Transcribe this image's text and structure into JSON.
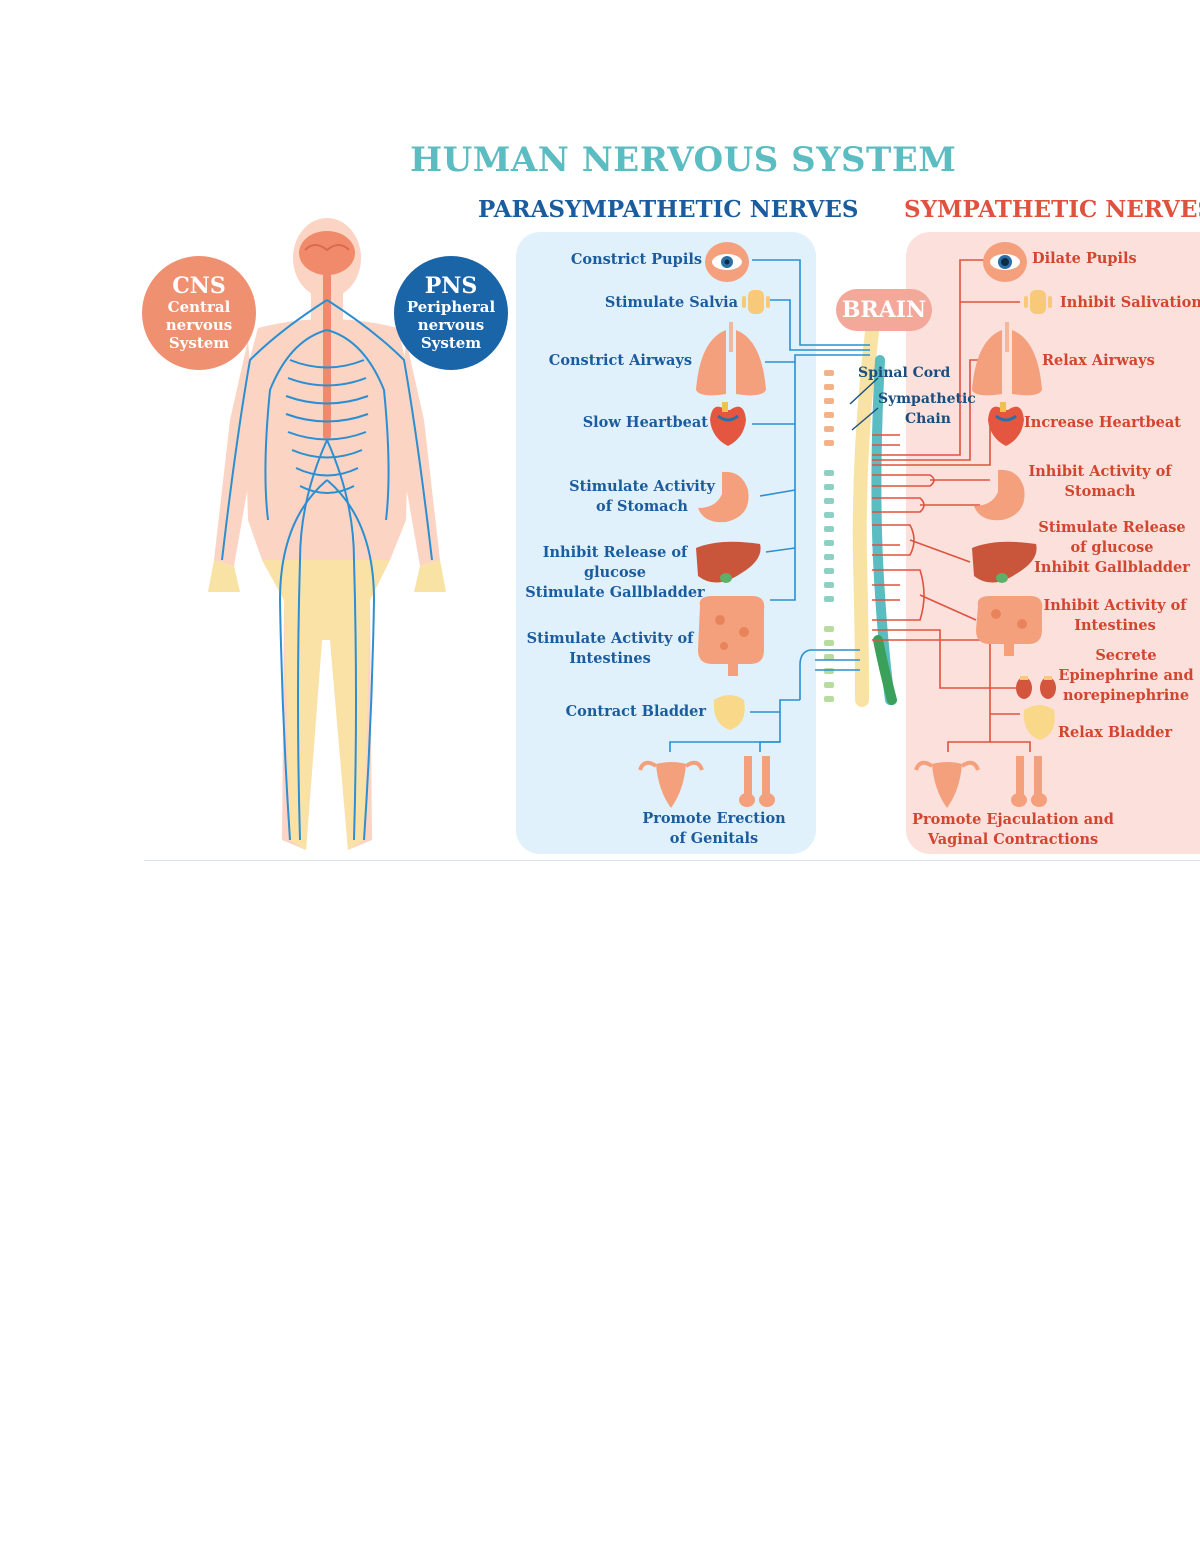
{
  "title": "HUMAN NERVOUS SYSTEM",
  "subtitles": {
    "parasympathetic": "PARASYMPATHETIC NERVES",
    "sympathetic": "SYMPATHETIC NERVES"
  },
  "cns": {
    "abbr": "CNS",
    "full": "Central nervous System"
  },
  "pns": {
    "abbr": "PNS",
    "full": "Peripheral nervous System"
  },
  "center": {
    "brain": "BRAIN",
    "spinal_cord": "Spinal Cord",
    "sympathetic_chain_1": "Sympathetic",
    "sympathetic_chain_2": "Chain"
  },
  "parasympathetic": [
    "Constrict Pupils",
    "Stimulate Salvia",
    "Constrict Airways",
    "Slow Heartbeat",
    "Stimulate Activity\nof Stomach",
    "Inhibit Release of\nglucose\nStimulate Gallbladder",
    "Stimulate Activity of\nIntestines",
    "Contract Bladder",
    "Promote Erection\nof Genitals"
  ],
  "sympathetic": [
    "Dilate Pupils",
    "Inhibit Salivation",
    "Relax Airways",
    "Increase Heartbeat",
    "Inhibit Activity of\nStomach",
    "Stimulate Release\nof glucose\nInhibit Gallbladder",
    "Inhibit Activity of\nIntestines",
    "Secrete\nEpinephrine and\nnorepinephrine",
    "Relax Bladder",
    "Promote Ejaculation and\nVaginal Contractions"
  ],
  "colors": {
    "title": "#5bbcc1",
    "parasympathetic": "#1a5c9e",
    "sympathetic": "#e0523f",
    "nerve": "#2b8fd1",
    "organ": "#f4a07c",
    "body": "#fbd4c4"
  }
}
